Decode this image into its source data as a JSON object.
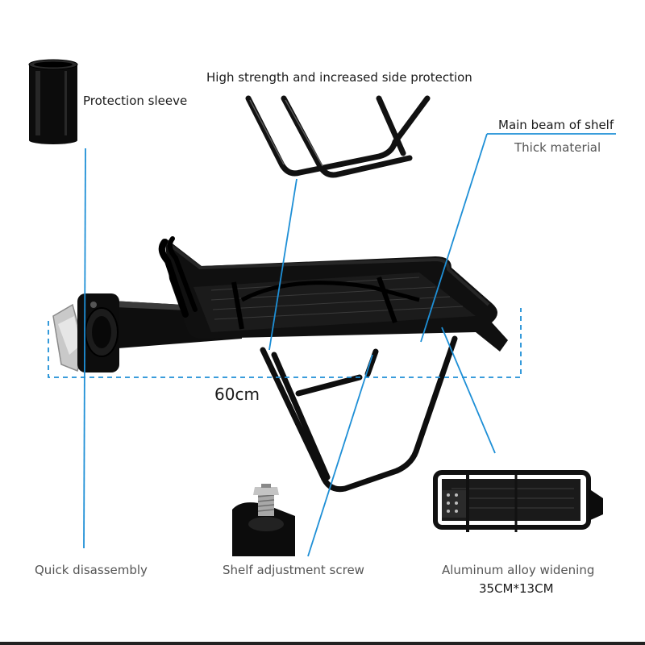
{
  "labels": {
    "side_protection": "High strength and increased side protection",
    "protection_sleeve": "Protection sleeve",
    "main_beam": "Main beam of shelf",
    "thick_material": "Thick material",
    "length": "60cm",
    "quick_disassembly": "Quick disassembly",
    "adjustment_screw": "Shelf adjustment screw",
    "aluminum_widening": "Aluminum alloy widening",
    "dimensions": "35CM*13CM"
  },
  "colors": {
    "rack": "#111111",
    "rack_highlight": "#6b6b6b",
    "callout_line": "#1e8fd6",
    "dimension_line": "#1e8fd6",
    "text": "#1a1a1a",
    "subtext": "#555555"
  }
}
